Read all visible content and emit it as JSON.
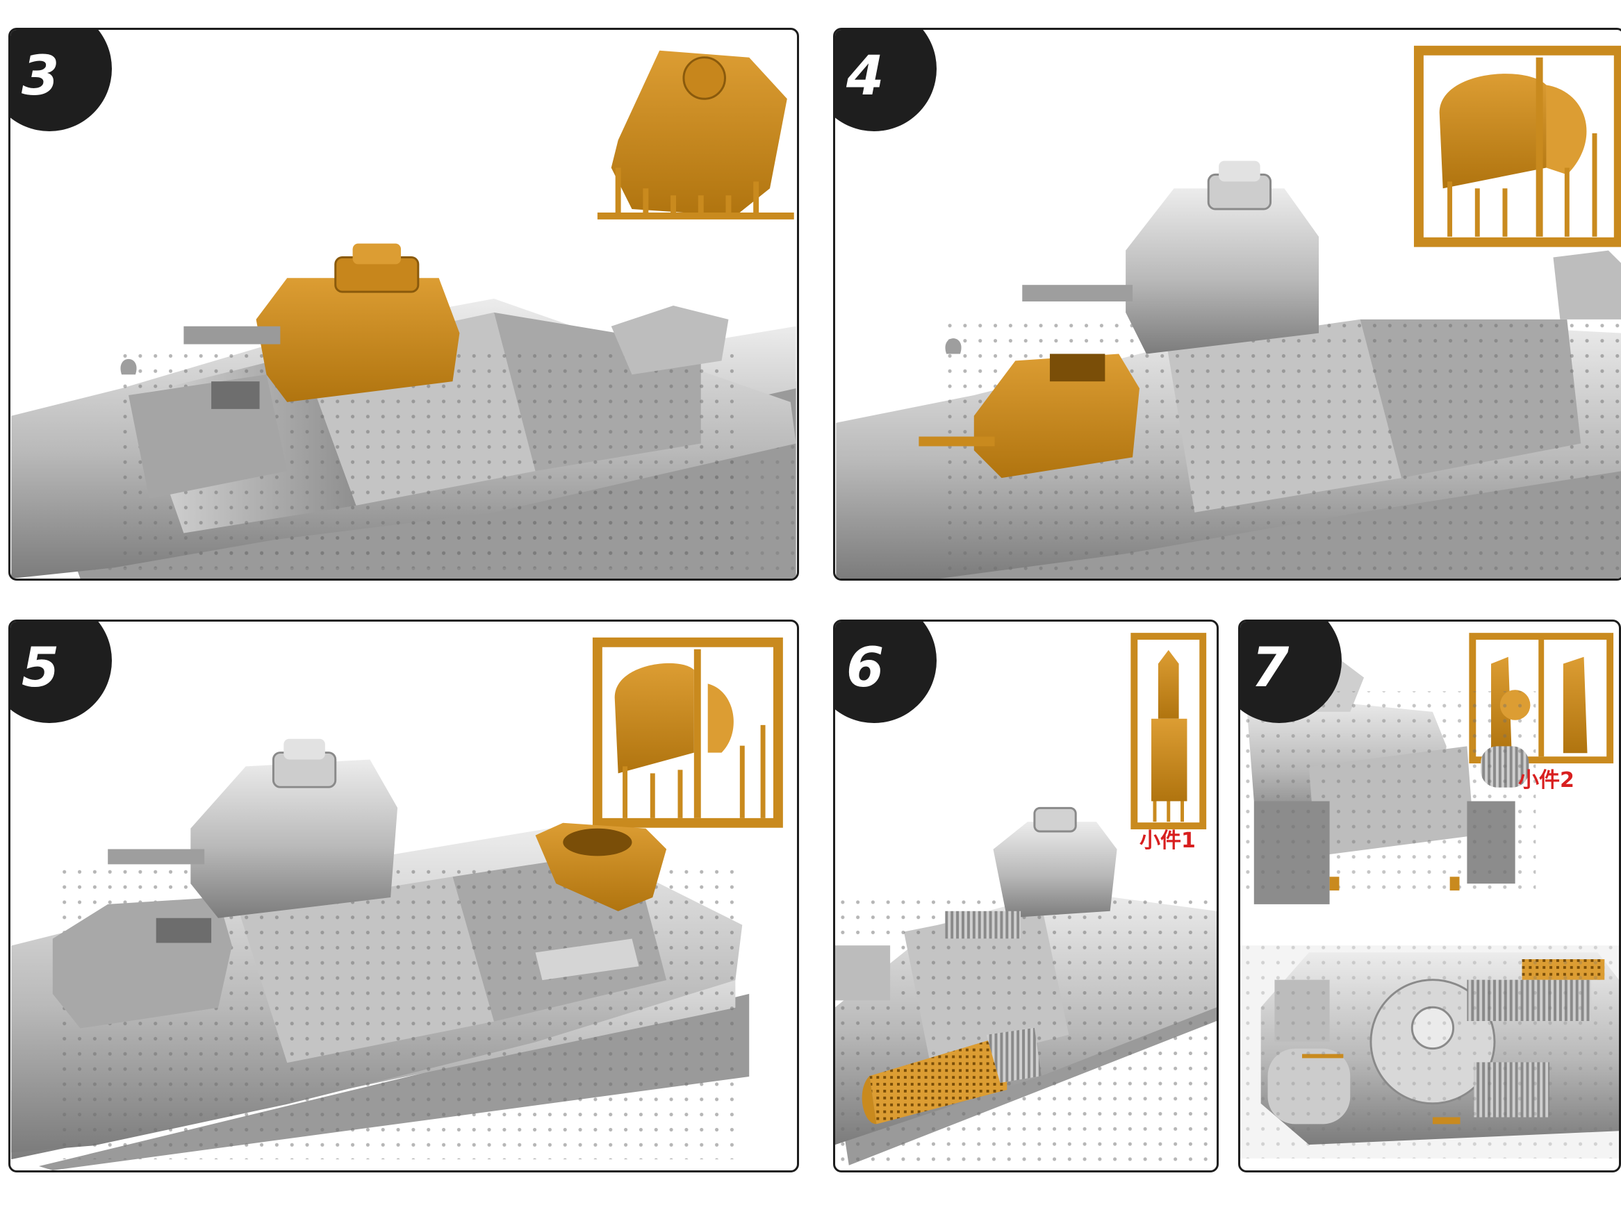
{
  "steps": [
    {
      "number": "3"
    },
    {
      "number": "4"
    },
    {
      "number": "5"
    },
    {
      "number": "6",
      "sprue_label": "小件1"
    },
    {
      "number": "7",
      "sprue_label": "小件2"
    }
  ],
  "colors": {
    "part_highlight": "#c98a1e",
    "model_grey": "#b9b9b9",
    "border": "#1d1d1d",
    "label_red": "#d81f1f"
  }
}
